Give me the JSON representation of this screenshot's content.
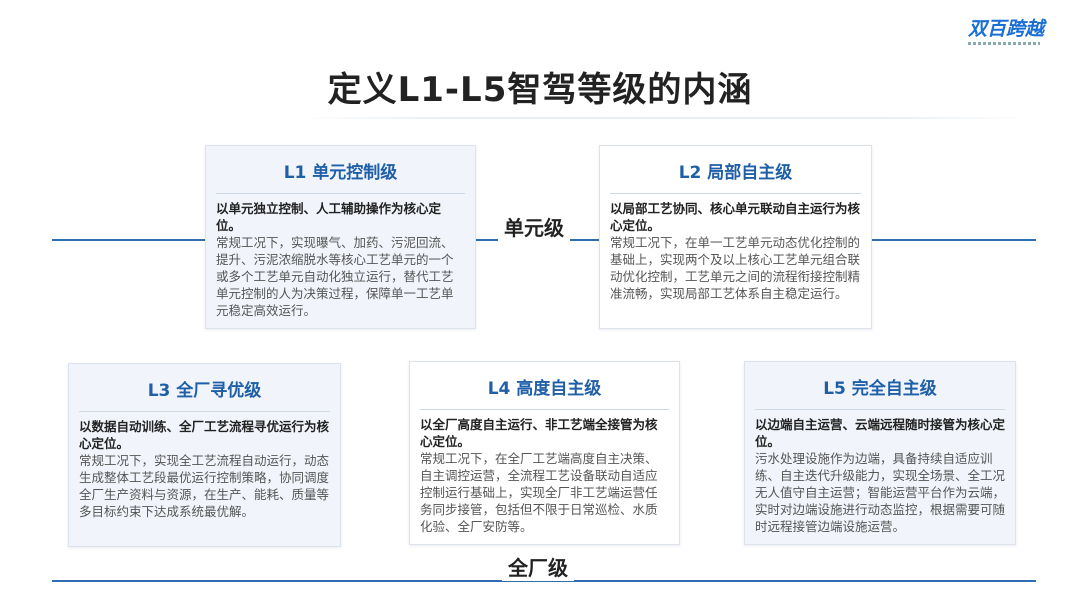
{
  "logo": {
    "text": "双百跨越"
  },
  "title": "定义L1-L5智驾等级的内涵",
  "levels": {
    "unit": "单元级",
    "plant": "全厂级"
  },
  "cards": [
    {
      "title": "L1 单元控制级",
      "head": "以单元独立控制、人工辅助操作为核心定位。",
      "body": "常规工况下，实现曝气、加药、污泥回流、提升、污泥浓缩脱水等核心工艺单元的一个或多个工艺单元自动化独立运行，替代工艺单元控制的人为决策过程，保障单一工艺单元稳定高效运行。"
    },
    {
      "title": "L2 局部自主级",
      "head": "以局部工艺协同、核心单元联动自主运行为核心定位。",
      "body": "常规工况下，在单一工艺单元动态优化控制的基础上，实现两个及以上核心工艺单元组合联动优化控制，工艺单元之间的流程衔接控制精准流畅，实现局部工艺体系自主稳定运行。"
    },
    {
      "title": "L3 全厂寻优级",
      "head": "以数据自动训练、全厂工艺流程寻优运行为核心定位。",
      "body": "常规工况下，实现全工艺流程自动运行，动态生成整体工艺段最优运行控制策略，协同调度全厂生产资料与资源，在生产、能耗、质量等多目标约束下达成系统最优解。"
    },
    {
      "title": "L4 高度自主级",
      "head": "以全厂高度自主运行、非工艺端全接管为核心定位。",
      "body": "常规工况下，在全厂工艺端高度自主决策、自主调控运营，全流程工艺设备联动自适应控制运行基础上，实现全厂非工艺端运营任务同步接管，包括但不限于日常巡检、水质化验、全厂安防等。"
    },
    {
      "title": "L5 完全自主级",
      "head": "以边端自主运营、云端远程随时接管为核心定位。",
      "body": "污水处理设施作为边端，具备持续自适应训练、自主迭代升级能力，实现全场景、全工况无人值守自主运营；智能运营平台作为云端，实时对边端设施进行动态监控，根据需要可随时远程接管边端设施运营。"
    }
  ]
}
